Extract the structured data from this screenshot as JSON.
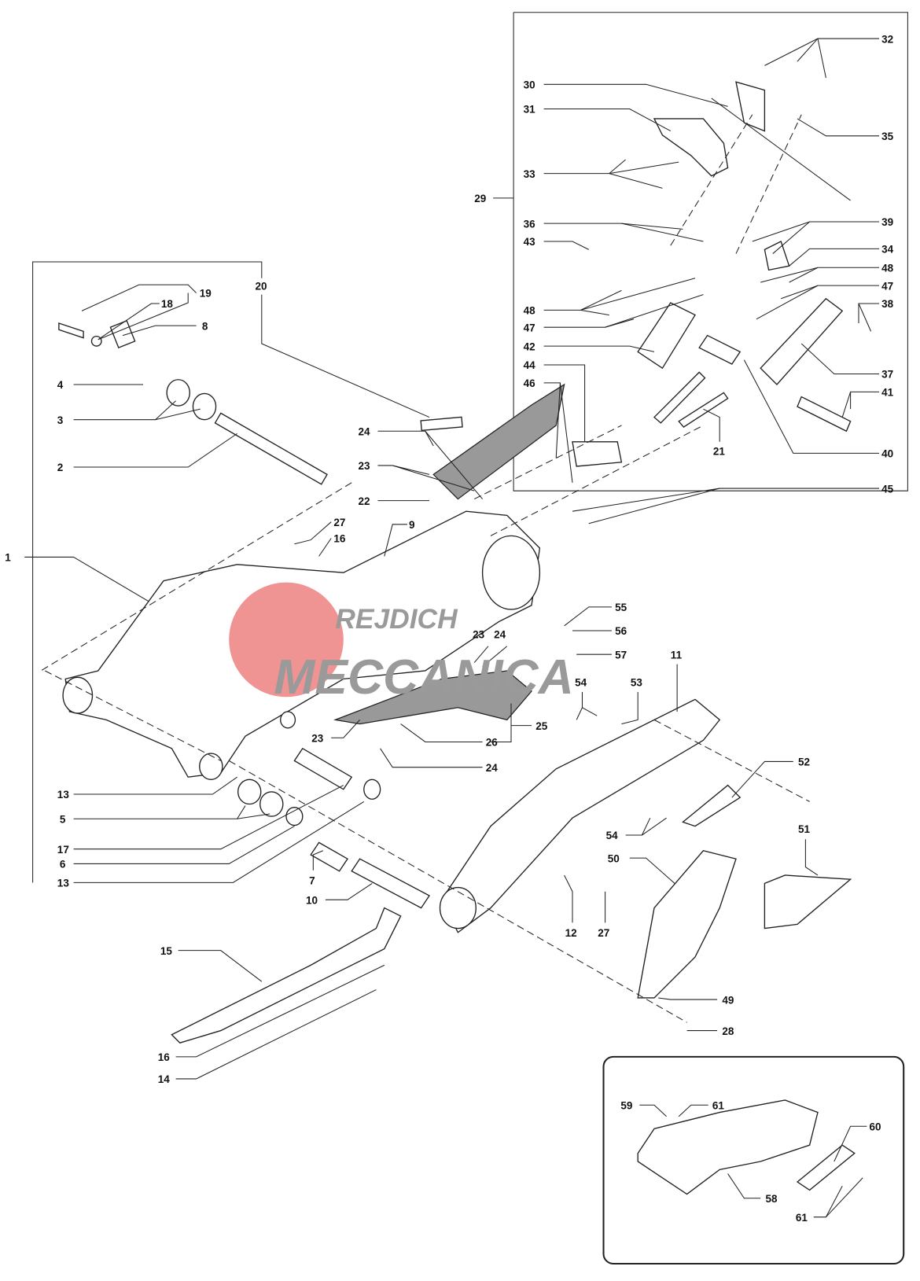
{
  "diagram": {
    "title": "Swingarm exploded parts diagram",
    "watermark": {
      "line1": "REJDICH",
      "line2": "MECCANICA",
      "accent_color": "#e23a3a"
    },
    "callouts": [
      "32",
      "30",
      "31",
      "35",
      "33",
      "29",
      "36",
      "39",
      "43",
      "34",
      "48",
      "47",
      "38",
      "48",
      "47",
      "42",
      "44",
      "46",
      "37",
      "41",
      "21",
      "40",
      "45",
      "20",
      "19",
      "18",
      "8",
      "4",
      "3",
      "2",
      "1",
      "24",
      "23",
      "22",
      "27",
      "16",
      "9",
      "55",
      "56",
      "23",
      "24",
      "57",
      "11",
      "54",
      "53",
      "25",
      "23",
      "26",
      "24",
      "13",
      "5",
      "52",
      "17",
      "6",
      "13",
      "7",
      "54",
      "51",
      "50",
      "10",
      "12",
      "27",
      "15",
      "49",
      "28",
      "16",
      "14",
      "59",
      "61",
      "60",
      "58",
      "61"
    ]
  }
}
